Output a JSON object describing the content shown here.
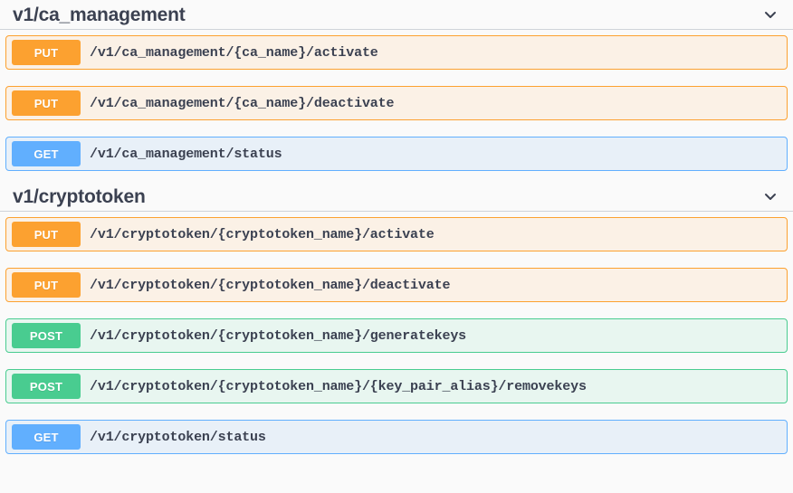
{
  "page": {
    "background": "#fafafa",
    "text_color": "#3b4151"
  },
  "method_colors": {
    "get": "#61affe",
    "post": "#49cc90",
    "put": "#fca130"
  },
  "sections": [
    {
      "title": "v1/ca_management",
      "collapse_icon": "chevron-down-icon",
      "operations": [
        {
          "method": "PUT",
          "path": "/v1/ca_management/{ca_name}/activate"
        },
        {
          "method": "PUT",
          "path": "/v1/ca_management/{ca_name}/deactivate"
        },
        {
          "method": "GET",
          "path": "/v1/ca_management/status"
        }
      ]
    },
    {
      "title": "v1/cryptotoken",
      "collapse_icon": "chevron-down-icon",
      "operations": [
        {
          "method": "PUT",
          "path": "/v1/cryptotoken/{cryptotoken_name}/activate"
        },
        {
          "method": "PUT",
          "path": "/v1/cryptotoken/{cryptotoken_name}/deactivate"
        },
        {
          "method": "POST",
          "path": "/v1/cryptotoken/{cryptotoken_name}/generatekeys"
        },
        {
          "method": "POST",
          "path": "/v1/cryptotoken/{cryptotoken_name}/{key_pair_alias}/removekeys"
        },
        {
          "method": "GET",
          "path": "/v1/cryptotoken/status"
        }
      ]
    }
  ]
}
